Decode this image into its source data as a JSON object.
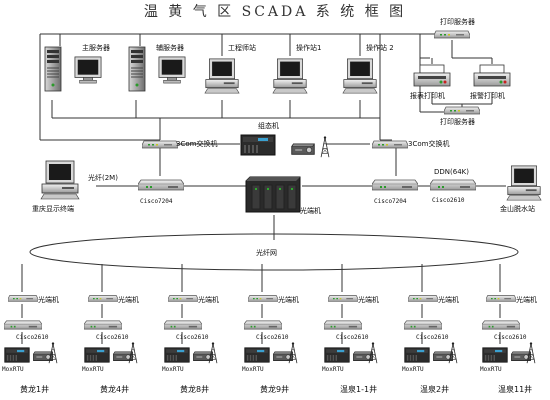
{
  "title": "温 黄 气 区 SCADA 系 统 框 图",
  "labels": {
    "main_server": "主服务器",
    "backup_server": "辅服务器",
    "engineer_ws": "工程师站",
    "operator1": "操作站1",
    "operator2": "操作站 2",
    "print_server_top": "打印服务器",
    "report_printer": "报表打印机",
    "alarm_printer": "报警打印机",
    "print_server_bottom": "打印服务器",
    "config_machine": "组态机",
    "switch_left": "3Com交换机",
    "switch_right": "3Com交换机",
    "fiber_2m": "光纤(2M)",
    "ddn": "DDN(64K)",
    "chongqing_terminal": "重庆显示终端",
    "cisco7204_left": "Cisco7204",
    "optical_terminal_center": "光端机",
    "cisco7204_right": "Cisco7204",
    "cisco2610_right": "Cisco2610",
    "jinshan_station": "金山脱水站",
    "fiber_network": "光纤网"
  },
  "stations": [
    {
      "optical": "光端机",
      "router": "Cisco2610",
      "rtu": "MoxRTU",
      "name": "黄龙1井"
    },
    {
      "optical": "光端机",
      "router": "Cisco2610",
      "rtu": "MoxRTU",
      "name": "黄龙4井"
    },
    {
      "optical": "光端机",
      "router": "Cisco2610",
      "rtu": "MoxRTU",
      "name": "黄龙8井"
    },
    {
      "optical": "光端机",
      "router": "Cisco2610",
      "rtu": "MoxRTU",
      "name": "黄龙9井"
    },
    {
      "optical": "光端机",
      "router": "Cisco2610",
      "rtu": "MoxRTU",
      "name": "温泉1-1井"
    },
    {
      "optical": "光端机",
      "router": "Cisco2610",
      "rtu": "MoxRTU",
      "name": "温泉2井"
    },
    {
      "optical": "光端机",
      "router": "Cisco2610",
      "rtu": "MoxRTU",
      "name": "温泉11井"
    }
  ]
}
